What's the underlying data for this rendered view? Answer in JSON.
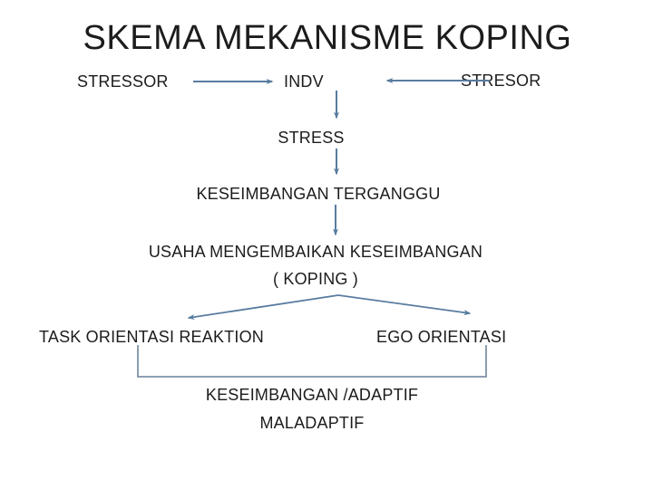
{
  "slide": {
    "title": "SKEMA MEKANISME KOPING",
    "nodes": {
      "stressor_left": "STRESSOR",
      "individual": "INDV",
      "stressor_right": "STRESOR",
      "stress": "STRESS",
      "imbalance": "KESEIMBANGAN TERGANGGU",
      "effort_line1": "USAHA MENGEMBAIKAN KESEIMBANGAN",
      "effort_line2": "( KOPING )",
      "task_orientation": "TASK ORIENTASI REAKTION",
      "ego_orientation": "EGO ORIENTASI",
      "outcome_line1": "KESEIMBANGAN /ADAPTIF",
      "outcome_line2": "MALADAPTIF"
    },
    "colors": {
      "connector_line": "#587c9f",
      "bracket_line": "#7e93a6",
      "text": "#1c1c1c",
      "background": "#ffffff"
    }
  }
}
